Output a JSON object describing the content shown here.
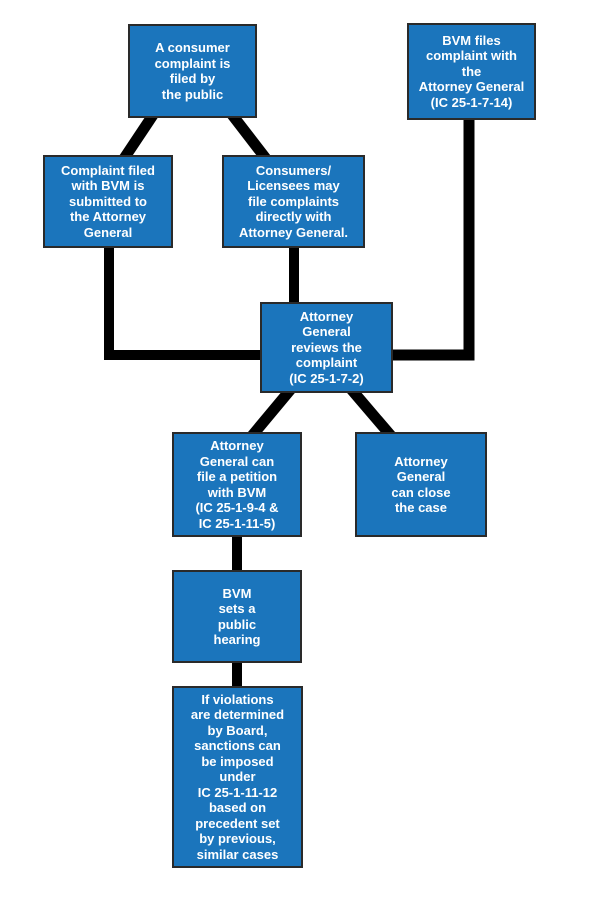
{
  "diagram": {
    "type": "flowchart",
    "colors": {
      "node_fill": "#1b75bc",
      "node_border": "#2a2a2a",
      "node_text": "#ffffff",
      "connector": "#000000",
      "background": "#ffffff"
    },
    "nodes": [
      {
        "id": "consumer-complaint-filed",
        "label": "A consumer\ncomplaint is\nfiled by\nthe public"
      },
      {
        "id": "bvm-files-complaint",
        "label": "BVM files\ncomplaint with\nthe\nAttorney General\n(IC 25-1-7-14)"
      },
      {
        "id": "complaint-filed-with-bvm",
        "label": "Complaint filed\nwith BVM is\nsubmitted to\nthe Attorney\nGeneral"
      },
      {
        "id": "consumers-licensees-direct",
        "label": "Consumers/\nLicensees may\nfile complaints\ndirectly with\nAttorney General."
      },
      {
        "id": "ag-reviews-complaint",
        "label": "Attorney\nGeneral\nreviews the\ncomplaint\n(IC 25-1-7-2)"
      },
      {
        "id": "ag-files-petition",
        "label": "Attorney\nGeneral can\nfile a petition\nwith BVM\n(IC 25-1-9-4 &\nIC 25-1-11-5)"
      },
      {
        "id": "ag-can-close-case",
        "label": "Attorney\nGeneral\ncan close\nthe case"
      },
      {
        "id": "bvm-sets-hearing",
        "label": "BVM\nsets a\npublic\nhearing"
      },
      {
        "id": "sanctions-imposed",
        "label": "If violations\nare determined\nby Board,\nsanctions can\nbe imposed\nunder\nIC 25-1-11-12\nbased on\nprecedent set\nby previous,\nsimilar cases"
      }
    ],
    "edges": [
      {
        "from": "consumer-complaint-filed",
        "to": "complaint-filed-with-bvm"
      },
      {
        "from": "consumer-complaint-filed",
        "to": "consumers-licensees-direct"
      },
      {
        "from": "bvm-files-complaint",
        "to": "ag-reviews-complaint"
      },
      {
        "from": "complaint-filed-with-bvm",
        "to": "ag-reviews-complaint"
      },
      {
        "from": "consumers-licensees-direct",
        "to": "ag-reviews-complaint"
      },
      {
        "from": "ag-reviews-complaint",
        "to": "ag-files-petition"
      },
      {
        "from": "ag-reviews-complaint",
        "to": "ag-can-close-case"
      },
      {
        "from": "ag-files-petition",
        "to": "bvm-sets-hearing"
      },
      {
        "from": "bvm-sets-hearing",
        "to": "sanctions-imposed"
      }
    ]
  }
}
